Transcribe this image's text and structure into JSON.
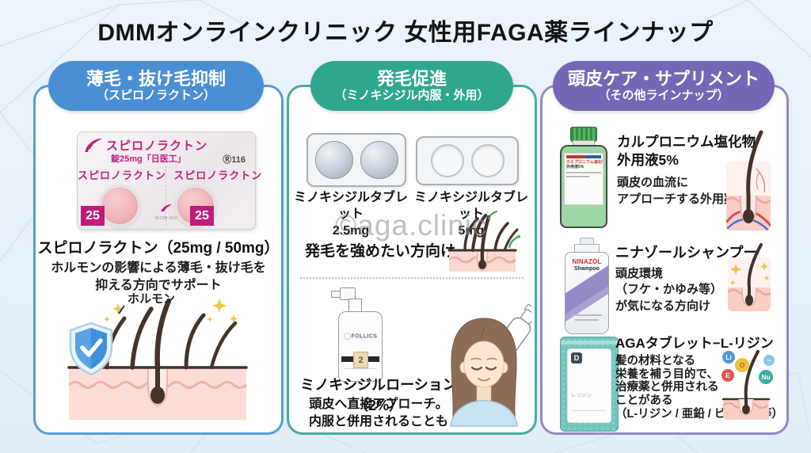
{
  "title": "DMMオンラインクリニック 女性用FAGA薬ラインナップ",
  "watermark": "©aga.clinic",
  "accent_colors": {
    "column1": "#4a8fd3",
    "column2": "#2fa78d",
    "column3": "#7368b5"
  },
  "column1": {
    "header_line1": "薄毛・抜け毛抑制",
    "header_line2": "（スピロノラクトン）",
    "blister": {
      "brand": "スピロノラクトン",
      "dose_line": "錠25mg「日医工」",
      "code": "Ⓡ116",
      "pill_row": "スピロノラクトン  スピロノラクトン",
      "maker": "NICHI-IKO",
      "dose_tag": "25"
    },
    "product_name": "スピロノラクトン（25mg / 50mg）",
    "description_line1": "ホルモンの影響による薄毛・抜け毛を",
    "description_line2": "抑える方向でサポート",
    "illustration_label": "ホルモン"
  },
  "column2": {
    "header_line1": "発毛促進",
    "header_line2": "（ミノキシジル内服・外用）",
    "tablet_small_line1": "ミノキシジルタブレット",
    "tablet_small_line2": "2.5mg",
    "tablet_large_line1": "ミノキシジルタブレット",
    "tablet_large_line2": "5mg",
    "target_note": "発毛を強めたい方向け",
    "lotion_brand": "FOLLICS",
    "lotion_strength_tag": "2",
    "lotion_name": "ミノキシジルローション（2%）",
    "lotion_desc_line1": "頭皮へ直接アプローチ。",
    "lotion_desc_line2": "内服と併用されることも"
  },
  "column3": {
    "header_line1": "頭皮ケア・サプリメント",
    "header_line2": "（その他ラインナップ）",
    "item1": {
      "name_line1": "カルプロニウム塩化物",
      "name_line2": "外用液5%",
      "desc_line1": "頭皮の血流に",
      "desc_line2": "アプローチする外用薬",
      "bottle_label_line1": "カルプロニウム塩化物",
      "bottle_label_line2": "外用液5%"
    },
    "item2": {
      "name": "ニナゾールシャンプー",
      "desc_line1": "頭皮環境",
      "desc_line2": "（フケ・かゆみ等）",
      "desc_line3": "が気になる方向け",
      "bottle_brand": "NINAZOL",
      "bottle_sub": "Shampoo"
    },
    "item3": {
      "name": "AGAタブレット−L-リジン",
      "desc_line1": "髪の材料となる",
      "desc_line2": "栄養を補う目的で、",
      "desc_line3": "治療薬と併用される",
      "desc_line4": "ことがある",
      "desc_line5": "（L-リジン / 亜鉛 / ビオチン等）",
      "pouch_label": "L-リジン",
      "nutrients": [
        "Li",
        "O",
        "−",
        "E",
        "Nu"
      ]
    }
  }
}
